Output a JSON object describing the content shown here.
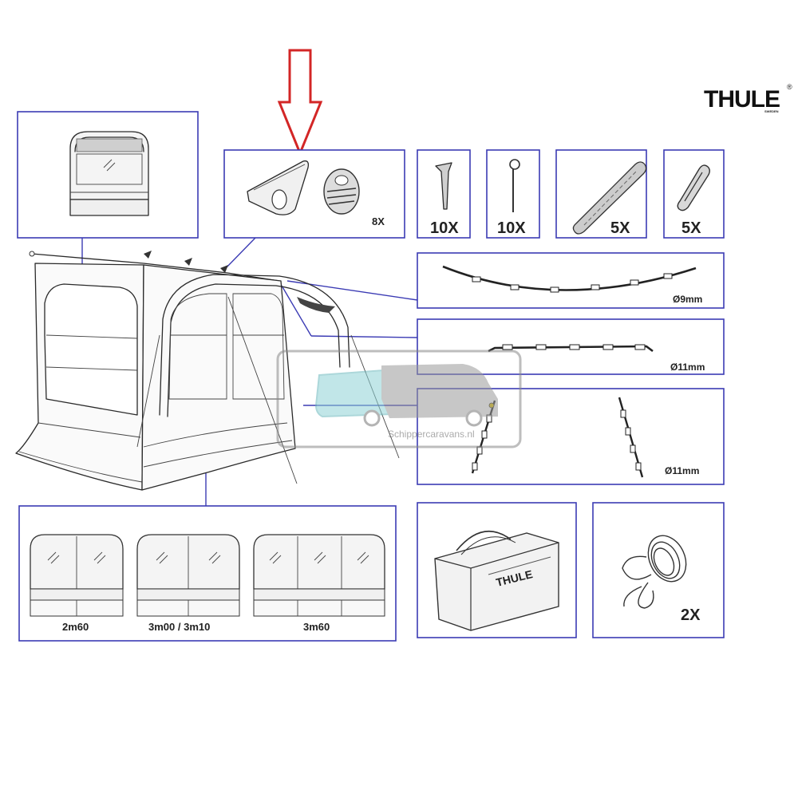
{
  "brand": {
    "name": "THULE",
    "sub": "SWEDEN",
    "mark": "®"
  },
  "parts": {
    "pad_clip_qty": "8X",
    "peg_qty": "10X",
    "hook_peg_qty": "10X",
    "strap_qty": "5X",
    "ring_qty": "5X",
    "pole_9": "Ø9mm",
    "pole_11_a": "Ø11mm",
    "pole_11_b": "Ø11mm",
    "rope_qty": "2X"
  },
  "panels": {
    "size_a": "2m60",
    "size_b": "3m00 / 3m10",
    "size_c": "3m60"
  },
  "bag": {
    "logo": "THULE"
  },
  "watermark": {
    "text": "Schippercaravans.nl"
  },
  "colors": {
    "frame": "#3b3bb4",
    "arrow": "#d32626",
    "watermark_teal": "#8fd3d6",
    "watermark_grey": "#9a9a9a"
  }
}
